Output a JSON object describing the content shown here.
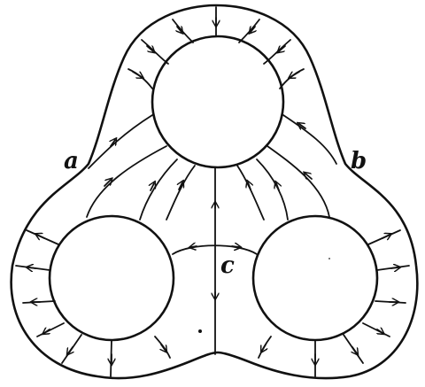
{
  "diagram": {
    "labels": {
      "a": "a",
      "b": "b",
      "c": "c"
    },
    "stroke_color": "#111111",
    "background": "#ffffff"
  }
}
